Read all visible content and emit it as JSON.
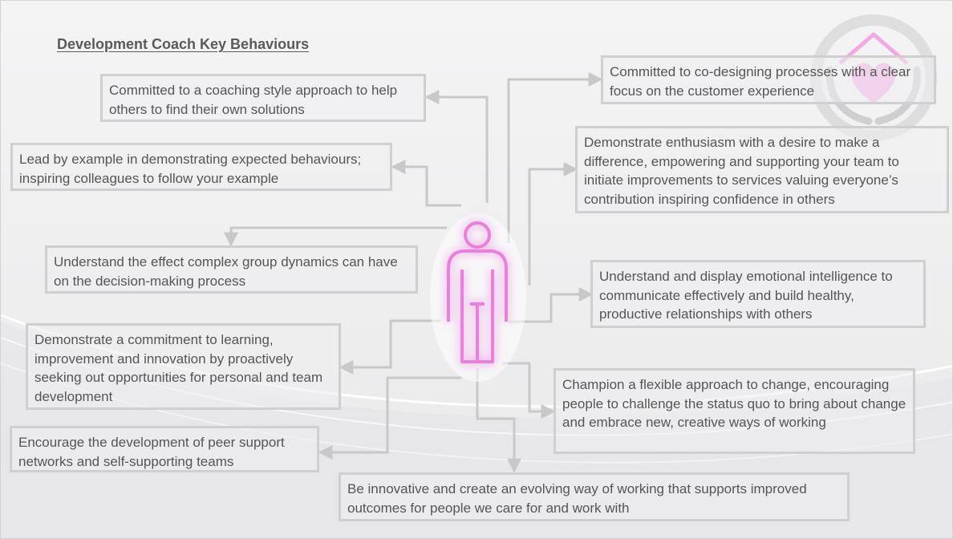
{
  "title": "Development Coach Key Behaviours",
  "colors": {
    "connector": "#c8c8c8",
    "figure": "#e880dc",
    "box_border": "#cfcfcf",
    "text": "#555555"
  },
  "logo_icon": "hands-heart-house-icon",
  "figure_icon": "person-icon",
  "behaviours": [
    {
      "id": "coaching-style",
      "text": "Committed to a coaching style approach to help others to find their own solutions"
    },
    {
      "id": "lead-by-example",
      "text": "Lead by example in demonstrating expected behaviours; inspiring colleagues to follow your example"
    },
    {
      "id": "group-dynamics",
      "text": "Understand the effect complex group dynamics can have on the decision-making process"
    },
    {
      "id": "learning-commitment",
      "text": "Demonstrate a commitment to learning, improvement and innovation by proactively seeking out opportunities for personal and team development"
    },
    {
      "id": "peer-support",
      "text": "Encourage the development of peer support networks and self-supporting teams"
    },
    {
      "id": "co-designing",
      "text": "Committed to co-designing processes with a clear focus on the customer experience"
    },
    {
      "id": "enthusiasm",
      "text": "Demonstrate enthusiasm with a desire to make a difference, empowering and supporting your team to initiate improvements to services valuing everyone’s contribution inspiring confidence in others"
    },
    {
      "id": "emotional-intelligence",
      "text": "Understand and display emotional intelligence to communicate effectively and build healthy, productive relationships with others"
    },
    {
      "id": "flexible-change",
      "text": "Champion a flexible approach to change, encouraging people to challenge the status quo to bring about change and embrace new, creative ways of working"
    },
    {
      "id": "innovative",
      "text": "Be innovative and create an evolving way of working that supports improved outcomes for people we care for and work with"
    }
  ]
}
